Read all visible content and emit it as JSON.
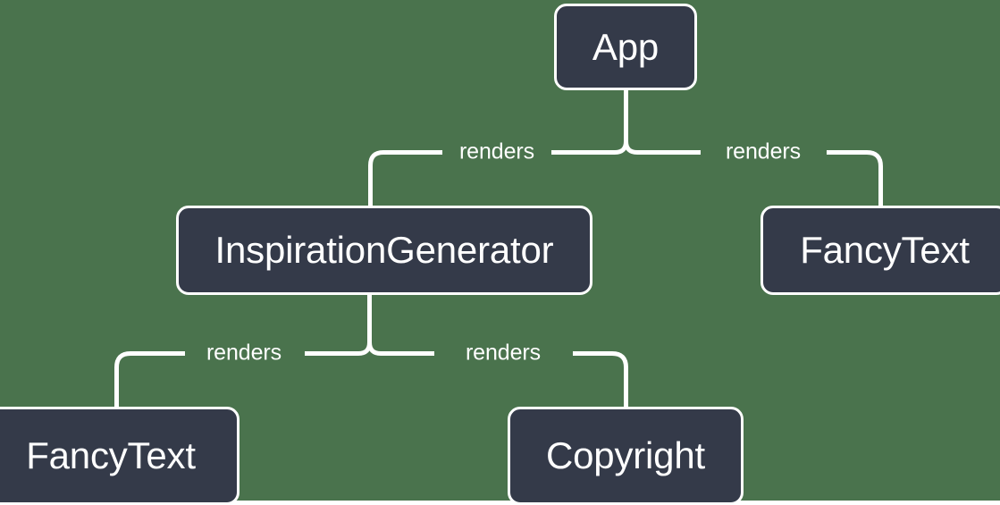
{
  "diagram": {
    "type": "component-tree",
    "background_color": "#4a734d",
    "node_fill_color": "#343a49",
    "node_border_color": "#ffffff",
    "text_color": "#ffffff",
    "nodes": [
      {
        "id": "app",
        "label": "App"
      },
      {
        "id": "inspgen",
        "label": "InspirationGenerator"
      },
      {
        "id": "fancytext_r",
        "label": "FancyText"
      },
      {
        "id": "fancytext_b",
        "label": "FancyText"
      },
      {
        "id": "copyright",
        "label": "Copyright"
      }
    ],
    "edges": [
      {
        "from": "app",
        "to": "inspgen",
        "label": "renders"
      },
      {
        "from": "app",
        "to": "fancytext_r",
        "label": "renders"
      },
      {
        "from": "inspgen",
        "to": "fancytext_b",
        "label": "renders"
      },
      {
        "from": "inspgen",
        "to": "copyright",
        "label": "renders"
      }
    ]
  }
}
